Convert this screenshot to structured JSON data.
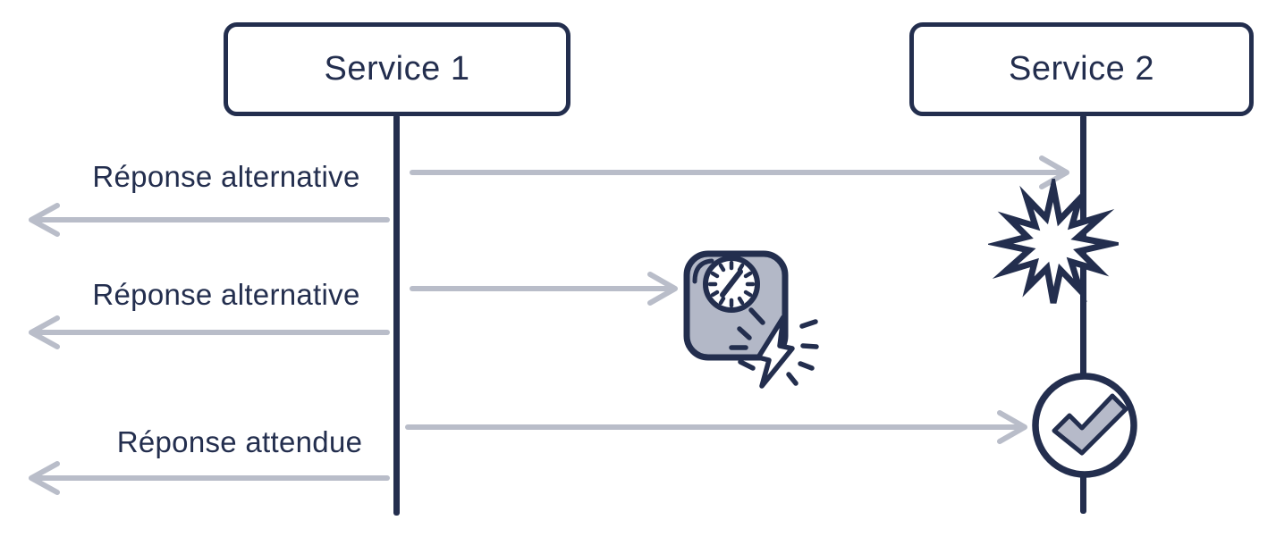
{
  "diagram": {
    "type": "sequence-diagram",
    "actors": [
      {
        "label": "Service 1"
      },
      {
        "label": "Service 2"
      }
    ],
    "messages": [
      {
        "label": "Réponse alternative",
        "request_direction": "right",
        "response_direction": "left",
        "outcome_icon": "explosion-error-icon"
      },
      {
        "label": "Réponse alternative",
        "request_direction": "right",
        "response_direction": "left",
        "outcome_icon": "timeout-timer-lightning-icon"
      },
      {
        "label": "Réponse attendue",
        "request_direction": "right",
        "response_direction": "left",
        "outcome_icon": "success-check-icon"
      }
    ],
    "icons": [
      "explosion-error-icon",
      "timeout-timer-lightning-icon",
      "success-check-icon"
    ],
    "colors": {
      "navy": "#232E4E",
      "arrow_gray": "#B9BDC9",
      "icon_fill_gray": "#B3B8C7",
      "background": "#FFFFFF"
    }
  }
}
